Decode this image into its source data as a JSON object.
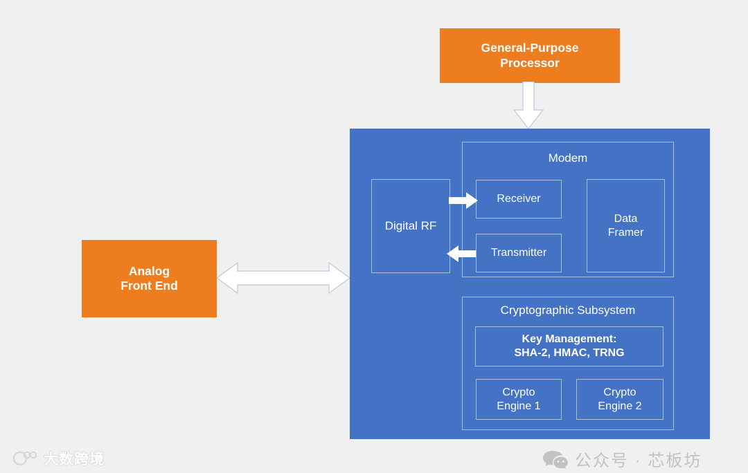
{
  "diagram": {
    "background_color": "#f0f0f0",
    "accent_orange": "#ED7D1F",
    "accent_blue": "#4472C4",
    "border_blue": "#A9C0E4",
    "blocks": {
      "general_purpose_processor": "General-Purpose\nProcessor",
      "general_purpose_processor_line1": "General-Purpose",
      "general_purpose_processor_line2": "Processor",
      "analog_front_end_line1": "Analog",
      "analog_front_end_line2": "Front End",
      "digital_rf": "Digital RF",
      "modem": "Modem",
      "receiver": "Receiver",
      "transmitter": "Transmitter",
      "data_framer_line1": "Data",
      "data_framer_line2": "Framer",
      "cryptographic_subsystem": "Cryptographic Subsystem",
      "key_management_line1": "Key Management:",
      "key_management_line2": "SHA-2, HMAC, TRNG",
      "crypto_engine_1_line1": "Crypto",
      "crypto_engine_1_line2": "Engine 1",
      "crypto_engine_2_line1": "Crypto",
      "crypto_engine_2_line2": "Engine 2"
    },
    "arrows": {
      "processor_to_soc": "down-arrow",
      "digital_rf_to_receiver": "right-arrow",
      "transmitter_to_digital_rf": "left-arrow",
      "analog_front_end_to_soc": "double-headed-arrow"
    }
  },
  "watermarks": {
    "left": {
      "icon": "dashu-kuajing-logo-icon",
      "text": "大数跨境"
    },
    "right": {
      "icon": "wechat-icon",
      "text": "公众号 · 芯板坊"
    }
  }
}
